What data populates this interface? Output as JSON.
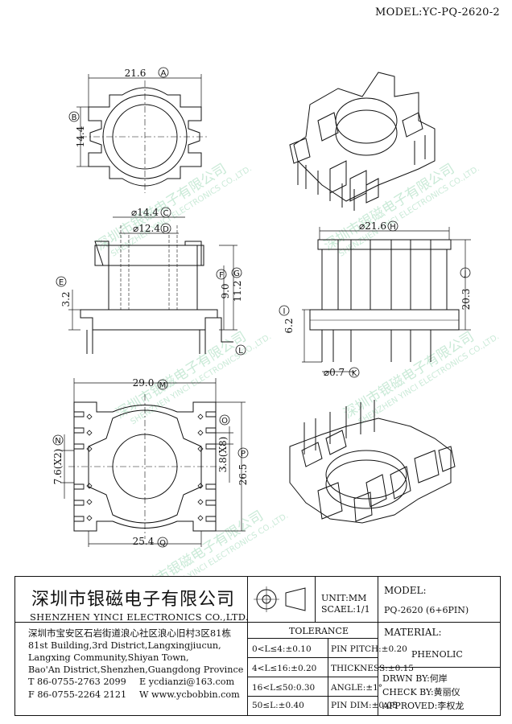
{
  "model_header": "MODEL:YC-PQ-2620-2",
  "watermark": {
    "cn": "深圳市银磁电子有限公司",
    "en": "SHENZHEN YINCI ELECTRONICS CO.,LTD."
  },
  "views": {
    "top": {
      "width_dim": "21.6",
      "width_ref": "A",
      "height_dim": "14.4",
      "height_ref": "B"
    },
    "front": {
      "d1": "⌀14.4",
      "d1_ref": "C",
      "d2": "⌀12.4",
      "d2_ref": "D",
      "e_dim": "3.2",
      "e_ref": "E",
      "f_dim": "9.0",
      "f_ref": "F",
      "g_dim": "11.2",
      "g_ref": "G",
      "l_ref": "L"
    },
    "side": {
      "h_dim": "⌀21.6",
      "h_ref": "H",
      "j_dim": "20.3",
      "j_ref": "J",
      "i_dim": "6.2",
      "i_ref": "I",
      "k_dim": "⌀0.7",
      "k_ref": "K"
    },
    "bottom": {
      "m_dim": "29.0",
      "m_ref": "M",
      "n_dim": "7.6(X2)",
      "n_ref": "N",
      "o_ref": "O",
      "p_dim1": "3.8(X8)",
      "p_dim2": "26.5",
      "p_ref": "P",
      "q_dim": "25.4",
      "q_ref": "Q"
    }
  },
  "title_block": {
    "company_cn": "深圳市银磁电子有限公司",
    "company_en": "SHENZHEN YINCI ELECTRONICS CO.,LTD.",
    "address": [
      "深圳市宝安区石岩街道浪心社区浪心旧村3区81栋",
      "81st Building,3rd District,Langxingjiucun,",
      "Langxing Community,Shiyan Town,",
      "Bao'An District,Shenzhen,Guangdong Province"
    ],
    "tel": "T 86-0755-2763 2099",
    "email": "E ycdianzi@163.com",
    "fax": "F 86-0755-2264 2121",
    "web": "W www.ycbobbin.com",
    "unit": "UNIT:MM",
    "scale": "SCAEL:1/1",
    "model_label": "MODEL:",
    "model_value": "PQ-2620 (6+6PIN)",
    "tolerance_title": "TOLERANCE",
    "tolerance_rows": [
      {
        "left": "0<L≤4:±0.10",
        "right": "PIN PITCH:±0.20"
      },
      {
        "left": "4<L≤16:±0.20",
        "right": "THICKNESS:±0.15"
      },
      {
        "left": "16<L≤50:0.30",
        "right": "ANGLE:±1°"
      },
      {
        "left": "50≤L:±0.40",
        "right": "PIN DIM:±0.05"
      }
    ],
    "material_label": "MATERIAL:",
    "material_value": "PHENOLIC",
    "drawn_by": "DRWN BY:何岸",
    "check_by": "CHECK BY:黄丽仪",
    "approved": "APPROVED:李权龙"
  }
}
